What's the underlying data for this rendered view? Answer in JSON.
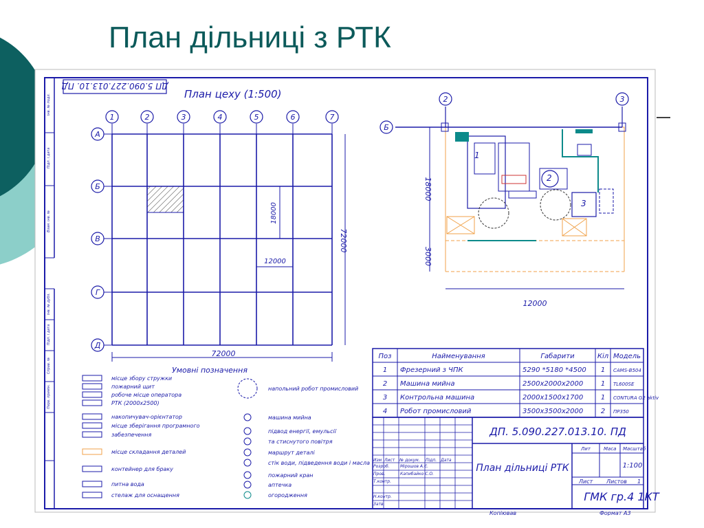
{
  "slide": {
    "title": "План дільниці з РТК",
    "colors": {
      "title": "#0c5a5a",
      "frame": "#1a1aa8",
      "accent_dark": "#0d6060",
      "accent_light": "#8ccfc9",
      "zone": "#f0a24a",
      "equipment": "#0c8a8a"
    }
  },
  "drawing": {
    "doc_code_rotated": "ДП 5.090.227.013.10. ПД",
    "workshop_title": "План цеху (1:500)",
    "column_axes": [
      "1",
      "2",
      "3",
      "4",
      "5",
      "6",
      "7"
    ],
    "row_axes": [
      "А",
      "Б",
      "В",
      "Г",
      "Д"
    ],
    "dim_total_width": "72000",
    "dim_total_height": "72000",
    "dim_bay": "18000",
    "dim_span": "12000",
    "section_axes": [
      "2",
      "3",
      "Б"
    ],
    "section_dim_height": "18000",
    "section_dim_passage": "3000",
    "section_dim_width": "12000",
    "section_numbers": [
      "1",
      "2",
      "3"
    ],
    "side_labels": [
      "Інв. № подл.",
      "Підп. і дата",
      "Взам. інв. №",
      "Інв. № дубл.",
      "Підп. і дата",
      "Справ. №",
      "Перв. примін."
    ],
    "legend": {
      "title": "Умовні позначення",
      "left": [
        {
          "icon": "monitor-icon",
          "label": "місце збору стружки"
        },
        {
          "icon": "fire-shield-icon",
          "label": "пожарний щит"
        },
        {
          "icon": "operator-desk-icon",
          "label": "робоче місце оператора"
        },
        {
          "icon": "operator-desk-icon",
          "label": "РТК (2000х2500)"
        },
        {
          "icon": "conveyor-icon",
          "label": "накопичувач-орієнтатор"
        },
        {
          "icon": "storage-icon",
          "label": "місце зберігання програмного"
        },
        {
          "icon": "storage-icon",
          "label": "забезпечення"
        },
        {
          "icon": "crossed-box-icon",
          "label": "місце складання деталей"
        },
        {
          "icon": "reject-bin-icon",
          "label": "контейнер для браку"
        },
        {
          "icon": "water-icon",
          "label": "питна вода"
        },
        {
          "icon": "rack-icon",
          "label": "стелаж для оснащення"
        }
      ],
      "right": [
        {
          "icon": "robot-icon",
          "label": "напольний робот промисловий"
        },
        {
          "icon": "wash-machine-icon",
          "label": "машина мийна"
        },
        {
          "icon": "energy-icon",
          "label": "підвод енергії, емульсії"
        },
        {
          "icon": "energy-icon",
          "label": "та стиснутого повітря"
        },
        {
          "icon": "route-icon",
          "label": "маршрут деталі"
        },
        {
          "icon": "drain-icon",
          "label": "стік води, підведення води і масла"
        },
        {
          "icon": "fire-tap-icon",
          "label": "пожарний кран"
        },
        {
          "icon": "first-aid-icon",
          "label": "аптечка"
        },
        {
          "icon": "fence-icon",
          "label": "огородження"
        }
      ]
    },
    "spec_table": {
      "headers": [
        "Поз",
        "Найменування",
        "Габарити",
        "Кіл",
        "Модель"
      ],
      "rows": [
        [
          "1",
          "Фрезерний з ЧПК",
          "5290 *5180 *4500",
          "1",
          "CAMS-B504"
        ],
        [
          "2",
          "Машина мийна",
          "2500х2000х2000",
          "1",
          "TL600SE"
        ],
        [
          "3",
          "Контрольна машина",
          "2000х1500х1700",
          "1",
          "CONTURA G2 aktiv"
        ],
        [
          "4",
          "Робот промисловий",
          "3500х3500х2000",
          "2",
          "ПР350"
        ]
      ]
    },
    "title_block": {
      "doc_code": "ДП. 5.090.227.013.10. ПД",
      "sheet_name": "План дільниці РТК",
      "col_headers": [
        "Изм",
        "Лист",
        "№ докум.",
        "Підп.",
        "Дата"
      ],
      "roles": [
        "Розроб.",
        "Пров.",
        "Т.контр.",
        "Н.контр.",
        "Затв."
      ],
      "names": [
        "Мірошов А.Є.",
        "Капибайко С.О."
      ],
      "lit_label": "Лит",
      "mass_label": "Маса",
      "scale_label": "Масштаб",
      "scale": "1:100",
      "sheet_label": "Лист",
      "sheets_label": "Листов",
      "sheets_value": "1",
      "group": "ГМК гр.4 1КТ",
      "copied": "Копіював",
      "format": "Формат А3"
    }
  }
}
